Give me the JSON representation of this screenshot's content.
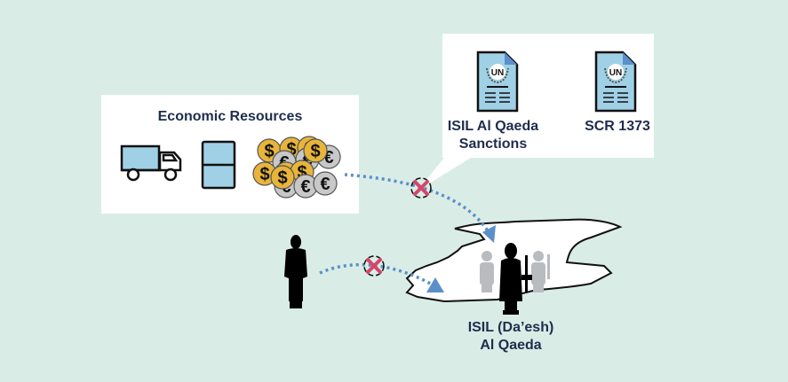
{
  "economic_resources": {
    "title": "Economic Resources",
    "items": [
      "truck-icon",
      "barrel-icon",
      "coins-icon"
    ]
  },
  "sanctions": {
    "documents": [
      {
        "icon": "un-document-icon",
        "badge": "UN",
        "label_line1": "ISIL Al Qaeda",
        "label_line2": "Sanctions"
      },
      {
        "icon": "un-document-icon",
        "badge": "UN",
        "label_line1": "SCR 1373",
        "label_line2": ""
      }
    ]
  },
  "target": {
    "label_line1": "ISIL (Da’esh)",
    "label_line2": "Al Qaeda"
  },
  "coins": {
    "dollar": "$",
    "euro": "€"
  },
  "colors": {
    "background": "#d9ede6",
    "accent_blue": "#5b8fc9",
    "fill_blue": "#9fd0e6",
    "block_red": "#d6456a",
    "gold": "#e8b53a",
    "silver": "#c8c8c8",
    "text_navy": "#1f2d4d"
  }
}
